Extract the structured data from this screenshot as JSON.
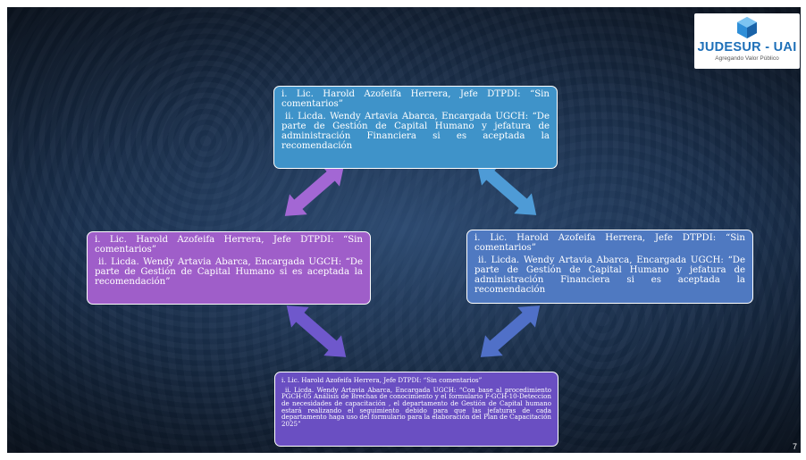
{
  "logo": {
    "name": "JUDESUR - UAI",
    "tagline": "Agregando Valor Público"
  },
  "page_number": "7",
  "colors": {
    "top_box": "#3f93c9",
    "left_box": "#9f5ec9",
    "right_box": "#4f79c1",
    "bottom_box": "#6a4fc2",
    "arrow_top_left": "#a367d4",
    "arrow_top_right": "#4e9bd6",
    "arrow_bottom_left": "#6f58cc",
    "arrow_bottom_right": "#5070c8"
  },
  "boxes": {
    "top": {
      "line1": "i. Lic. Harold Azofeifa Herrera, Jefe DTPDI: “Sin comentarios”",
      "line2": "ii. Licda. Wendy Artavia Abarca, Encargada UGCH: “De parte de Gestión de Capital Humano y jefatura de administración Financiera si es aceptada la recomendación"
    },
    "left": {
      "line1": "i. Lic. Harold Azofeifa Herrera, Jefe DTPDI: “Sin comentarios”",
      "line2": "ii. Licda. Wendy Artavia Abarca, Encargada UGCH: “De parte de Gestión de Capital Humano si es aceptada la recomendación”"
    },
    "right": {
      "line1": "i. Lic. Harold Azofeifa Herrera, Jefe DTPDI: “Sin comentarios”",
      "line2": "ii. Licda. Wendy Artavia Abarca, Encargada UGCH: “De parte de Gestión de Capital Humano y jefatura de administración Financiera si es aceptada la recomendación"
    },
    "bottom": {
      "line1": "i. Lic. Harold Azofeifa Herrera, Jefe DTPDI: “Sin comentarios”",
      "line2": "ii. Licda. Wendy Artavia Abarca, Encargada UGCH: “Con base al procedimiento PGCH-05 Análisis de Brechas de conocimiento y el formulario F-GCH-10-Deteccion de necesidades de capacitación , el departamento de Gestión de Capital humano estará realizando el seguimiento debido para que las jefaturas de cada departamento haga uso del formulario para la elaboración del Plan de Capacitación 2025”"
    }
  }
}
